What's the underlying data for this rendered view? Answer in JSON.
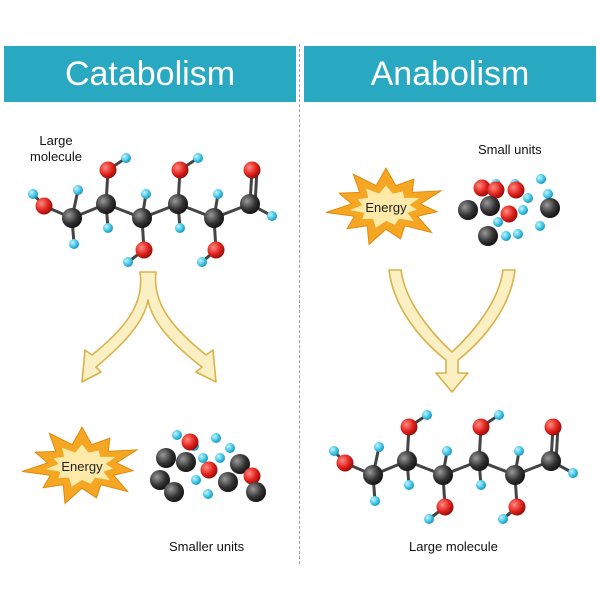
{
  "headers": {
    "left": "Catabolism",
    "right": "Anabolism"
  },
  "labels": {
    "large_molecule_left": "Large\nmolecule",
    "small_units": "Small units",
    "smaller_units": "Smaller units",
    "large_molecule_right": "Large molecule"
  },
  "energy": {
    "left": "Energy",
    "right": "Energy"
  },
  "colors": {
    "banner": "#29a9c1",
    "carbon": "#3a3a3a",
    "oxygen": "#e0201b",
    "hydrogen": "#3ec6e8",
    "arrow_fill": "#fbf0c4",
    "arrow_stroke": "#d9b24a",
    "starburst_outer": "#f5a623",
    "starburst_inner": "#fde9a8"
  }
}
